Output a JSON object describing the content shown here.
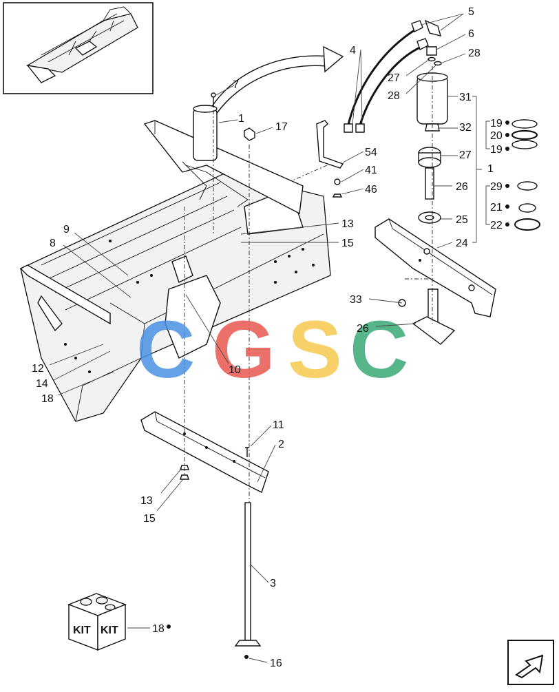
{
  "callouts": [
    {
      "id": "c5",
      "text": "5"
    },
    {
      "id": "c4",
      "text": "4"
    },
    {
      "id": "c6",
      "text": "6"
    },
    {
      "id": "c28a",
      "text": "28"
    },
    {
      "id": "c27a",
      "text": "27"
    },
    {
      "id": "c28b",
      "text": "28"
    },
    {
      "id": "c31",
      "text": "31"
    },
    {
      "id": "c7",
      "text": "7"
    },
    {
      "id": "c1a",
      "text": "1"
    },
    {
      "id": "c17",
      "text": "17"
    },
    {
      "id": "c32",
      "text": "32"
    },
    {
      "id": "c19a",
      "text": "19"
    },
    {
      "id": "c20",
      "text": "20"
    },
    {
      "id": "c19b",
      "text": "19"
    },
    {
      "id": "c27b",
      "text": "27"
    },
    {
      "id": "c1b",
      "text": "1"
    },
    {
      "id": "c54",
      "text": "54"
    },
    {
      "id": "c41",
      "text": "41"
    },
    {
      "id": "c46",
      "text": "46"
    },
    {
      "id": "c26a",
      "text": "26"
    },
    {
      "id": "c29",
      "text": "29"
    },
    {
      "id": "c21",
      "text": "21"
    },
    {
      "id": "c25",
      "text": "25"
    },
    {
      "id": "c22",
      "text": "22"
    },
    {
      "id": "c13a",
      "text": "13"
    },
    {
      "id": "c15a",
      "text": "15"
    },
    {
      "id": "c24",
      "text": "24"
    },
    {
      "id": "c9",
      "text": "9"
    },
    {
      "id": "c8",
      "text": "8"
    },
    {
      "id": "c33",
      "text": "33"
    },
    {
      "id": "c26b",
      "text": "26"
    },
    {
      "id": "c12",
      "text": "12"
    },
    {
      "id": "c14",
      "text": "14"
    },
    {
      "id": "c18a",
      "text": "18"
    },
    {
      "id": "c10",
      "text": "10"
    },
    {
      "id": "c11",
      "text": "11"
    },
    {
      "id": "c2",
      "text": "2"
    },
    {
      "id": "c13b",
      "text": "13"
    },
    {
      "id": "c15b",
      "text": "15"
    },
    {
      "id": "c3",
      "text": "3"
    },
    {
      "id": "c18b",
      "text": "18"
    },
    {
      "id": "c16",
      "text": "16"
    }
  ],
  "kit": {
    "label_left": "KIT",
    "label_right": "KIT"
  },
  "watermark": {
    "letters": [
      "C",
      "G",
      "S",
      "C"
    ],
    "colors": [
      "#4a90e2",
      "#e8574f",
      "#f6c84c",
      "#3aa876"
    ]
  }
}
